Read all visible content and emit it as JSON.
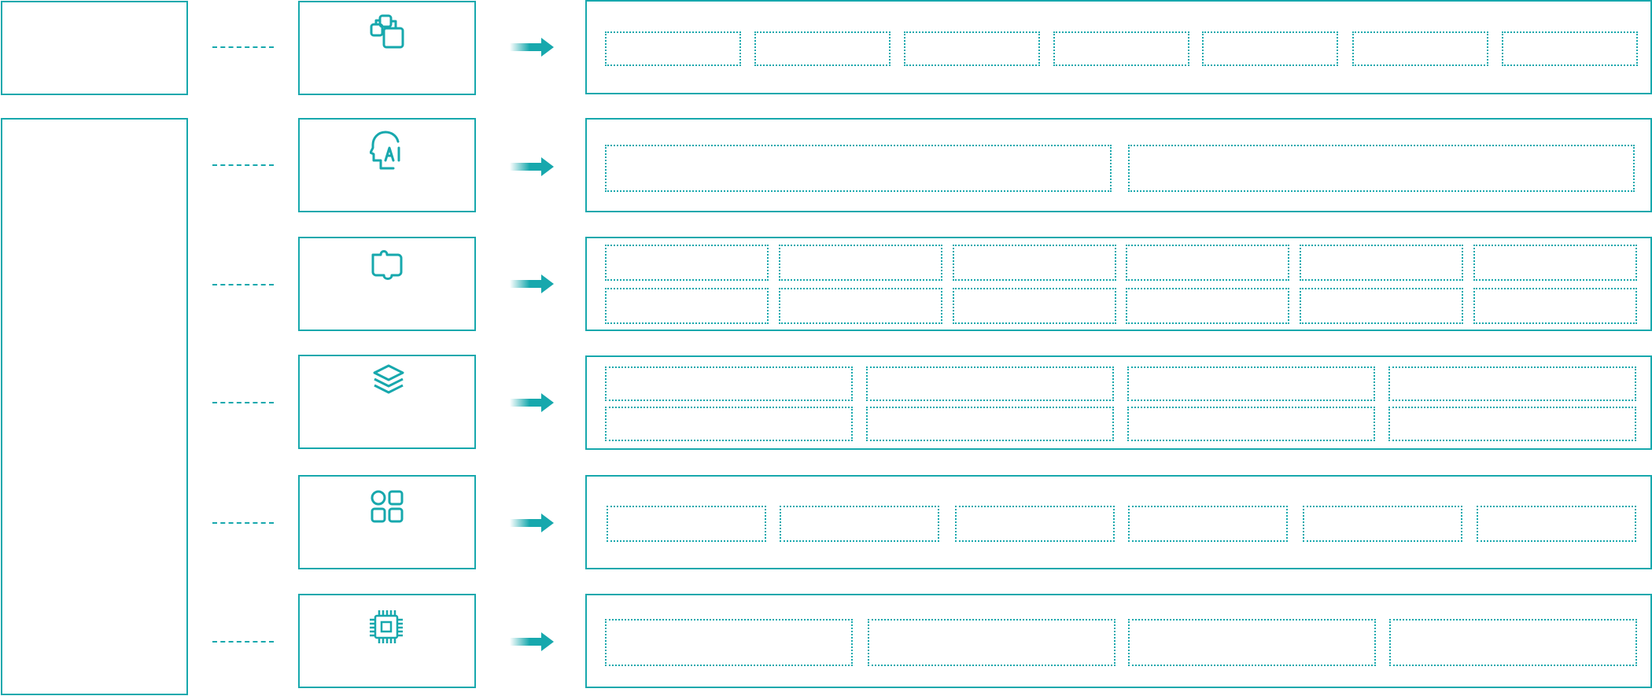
{
  "colors": {
    "accent": "#17a8ad",
    "background": "#ffffff"
  },
  "rows": [
    {
      "icon": "overlapping-windows-icon",
      "slot_rows": 1,
      "slot_cols": 7
    },
    {
      "icon": "ai-head-icon",
      "slot_rows": 1,
      "slot_cols": 2
    },
    {
      "icon": "puzzle-piece-icon",
      "slot_rows": 2,
      "slot_cols": 6
    },
    {
      "icon": "layers-stack-icon",
      "slot_rows": 2,
      "slot_cols": 4
    },
    {
      "icon": "app-grid-icon",
      "slot_rows": 1,
      "slot_cols": 6
    },
    {
      "icon": "cpu-chip-icon",
      "slot_rows": 1,
      "slot_cols": 4
    }
  ]
}
